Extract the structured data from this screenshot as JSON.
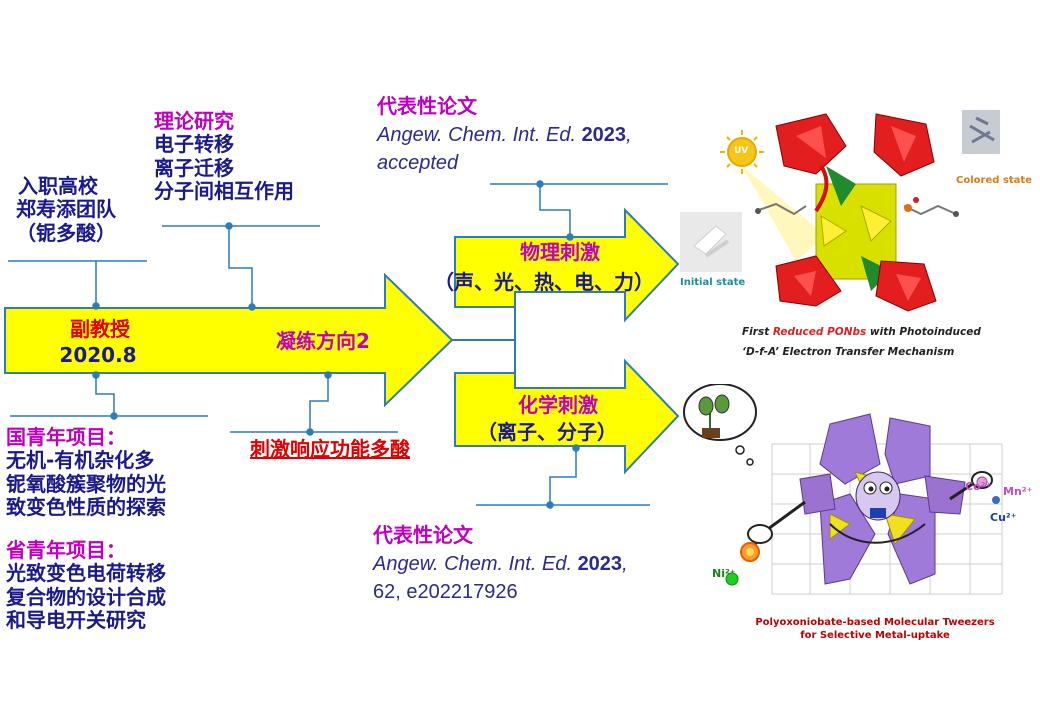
{
  "left_top": {
    "line1": "入职高校",
    "line2": "郑寿添团队",
    "line3": "（铌多酸）"
  },
  "theory": {
    "title": "理论研究",
    "line1": "电子转移",
    "line2": "离子迁移",
    "line3": "分子间相互作用"
  },
  "main_arrow": {
    "role": "副教授",
    "date": "2020.8",
    "direction": "凝练方向2"
  },
  "stimuli_label": "刺激响应功能多酸",
  "national_project": {
    "title": "国青年项目：",
    "line1": "无机-有机杂化多",
    "line2": "铌氧酸簇聚物的光",
    "line3": "致变色性质的探索"
  },
  "provincial_project": {
    "title": "省青年项目：",
    "line1": "光致变色电荷转移",
    "line2": "复合物的设计合成",
    "line3": "和导电开关研究"
  },
  "physical": {
    "title": "物理刺激",
    "detail": "（声、光、热、电、力）"
  },
  "chemical": {
    "title": "化学刺激",
    "detail": "（离子、分子）"
  },
  "paper1": {
    "heading": "代表性论文",
    "journal": "Angew. Chem. Int. Ed.",
    "year": "2023",
    "comma": ",",
    "status": "accepted"
  },
  "paper2": {
    "heading": "代表性论文",
    "journal": "Angew. Chem. Int. Ed.",
    "year": "2023",
    "comma": ",",
    "volume": "62, e202217926"
  },
  "figure1": {
    "uv": "UV",
    "initial_state": "Initial state",
    "colored_state": "Colored state",
    "caption_part1": "First ",
    "caption_highlight": "Reduced PONbs",
    "caption_part2": " with Photoinduced",
    "caption_line2": "‘D-f-A’ Electron Transfer Mechanism"
  },
  "figure2": {
    "ion_co": "Co²⁺",
    "ion_mn": "Mn²⁺",
    "ion_cu": "Cu²⁺",
    "ion_ni": "Ni²⁺",
    "caption_line1": "Polyoxoniobate-based Molecular Tweezers",
    "caption_line2": "for Selective Metal-uptake"
  },
  "colors": {
    "arrow_fill": "#ffff00",
    "arrow_stroke": "#2e7cb8",
    "connector": "#2e7cb8",
    "navy": "#1a1a8c",
    "magenta": "#c000c0",
    "red": "#e00000"
  }
}
